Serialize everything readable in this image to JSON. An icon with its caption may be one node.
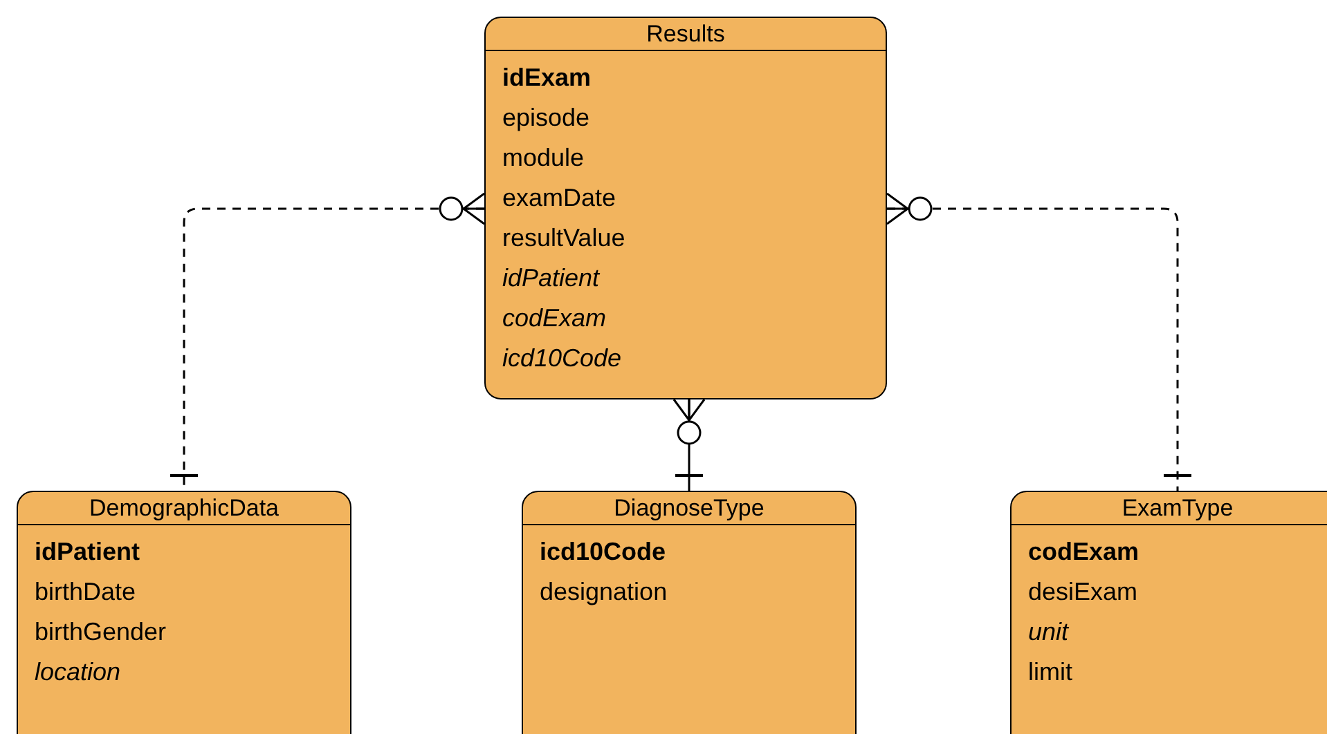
{
  "diagram": {
    "nodes": [
      {
        "text": [
          "Results",
          "idExam",
          "episode",
          "module",
          "examDate",
          "resultValue",
          "*idPatient*",
          "*codExam*",
          "*icd10Code*"
        ]
      },
      {
        "text": [
          "DemographicData",
          "idPatient",
          "birthDate",
          "birthGender",
          "*location*"
        ]
      },
      {
        "text": [
          "DiagnoseType",
          "icd10Code",
          "designation"
        ]
      },
      {
        "text": [
          "ExamType",
          "codExam",
          "desiExam",
          "*unit*",
          "limit"
        ]
      }
    ],
    "edges": [
      {
        "from": 0,
        "to": 1,
        "arrow": "other",
        "style": "dashed"
      },
      {
        "from": 0,
        "to": 2,
        "arrow": "other"
      },
      {
        "from": 0,
        "to": 3,
        "arrow": "other",
        "style": "dashed"
      }
    ]
  }
}
